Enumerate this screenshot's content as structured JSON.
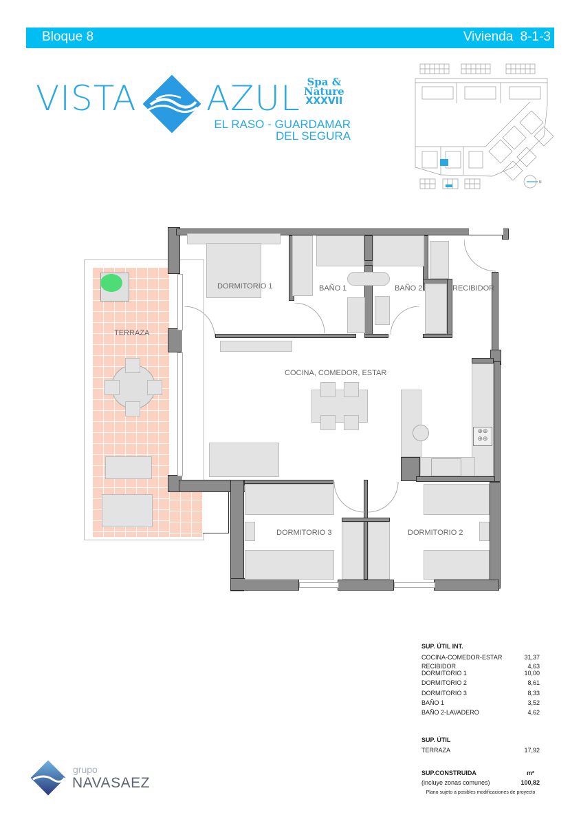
{
  "header": {
    "left": "Bloque 8",
    "right": "Vivienda 8-1-3",
    "bar_color": "#00bdf2"
  },
  "logo": {
    "word1": "VISTA",
    "word2": "AZUL",
    "spa_line1": "Spa &",
    "spa_line2": "Nature",
    "spa_line3": "XXXVII",
    "location_line1": "EL RASO - GUARDAMAR",
    "location_line2": "DEL SEGURA",
    "brand_color": "#29a9e0"
  },
  "site_map": {
    "highlight_color": "#29a9e0",
    "north_label": "N"
  },
  "floor_plan": {
    "rooms": [
      {
        "name": "DORMITORIO 1"
      },
      {
        "name": "BAÑO 1"
      },
      {
        "name": "BAÑO 2"
      },
      {
        "name": "RECIBIDOR"
      },
      {
        "name": "TERRAZA"
      },
      {
        "name": "COCINA, COMEDOR, ESTAR"
      },
      {
        "name": "DORMITORIO 3"
      },
      {
        "name": "DORMITORIO 2"
      }
    ],
    "terrace_color": "#fbd1c2",
    "wall_color": "#8c8c8c"
  },
  "areas": {
    "interior_title": "SUP. ÚTIL INT.",
    "interior": [
      {
        "label": "COCINA-COMEDOR-ESTAR",
        "value": "31,37"
      },
      {
        "label": "RECIBIDOR",
        "value": "4,63"
      },
      {
        "label": "DORMITORIO 1",
        "value": "10,00"
      },
      {
        "label": "DORMITORIO 2",
        "value": "8,61"
      },
      {
        "label": "DORMITORIO 3",
        "value": "8,33"
      },
      {
        "label": "BAÑO 1",
        "value": "3,52"
      },
      {
        "label": "BAÑO 2-LAVADERO",
        "value": "4,62"
      }
    ],
    "exterior_title": "SUP. ÚTIL",
    "exterior": [
      {
        "label": "TERRAZA",
        "value": "17,92"
      }
    ],
    "built_title": "SUP.CONSTRUIDA",
    "unit": "m²",
    "built_note": "(incluye zonas comunes)",
    "built_value": "100,82",
    "disclaimer": "Plano sujeto a posibles modificaciones de proyecto"
  },
  "footer_logo": {
    "small": "grupo",
    "big": "NAVASAEZ"
  }
}
